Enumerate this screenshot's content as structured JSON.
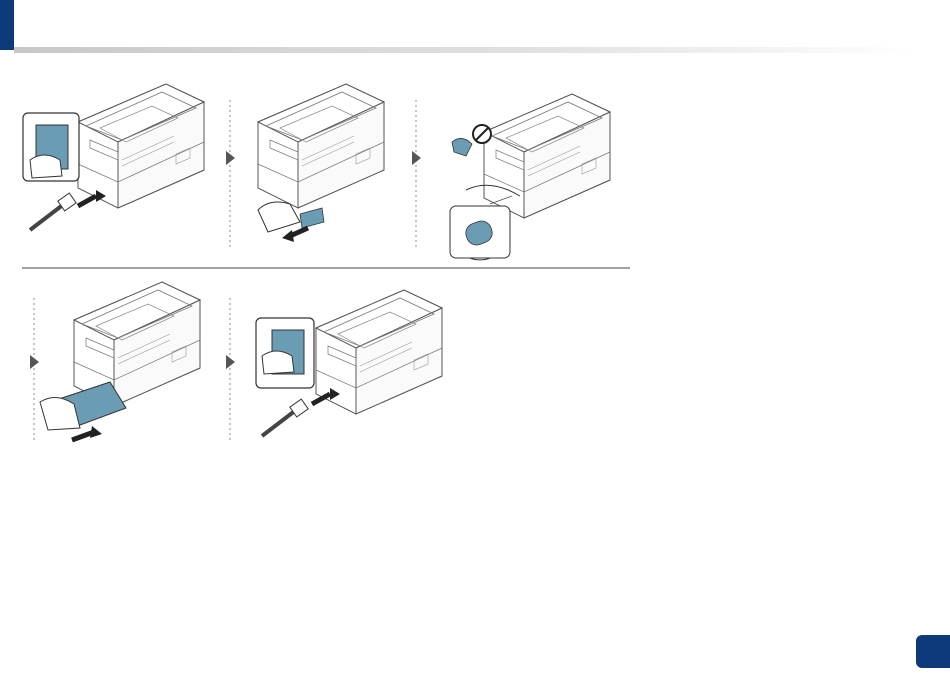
{
  "page": {
    "number": "",
    "accent_color": "#0d3a7a",
    "illustration_tint": "#6a9cb3"
  },
  "steps": [
    {
      "id": 1,
      "icons": [
        "power-switch-icon",
        "unplug-cable-icon"
      ]
    },
    {
      "id": 2,
      "icons": [
        "pull-tray-icon"
      ]
    },
    {
      "id": 3,
      "icons": [
        "prohibited-icon",
        "roller-detail-icon"
      ]
    },
    {
      "id": 4,
      "icons": [
        "insert-tray-icon"
      ]
    },
    {
      "id": 5,
      "icons": [
        "power-switch-icon",
        "plug-cable-icon"
      ]
    }
  ]
}
